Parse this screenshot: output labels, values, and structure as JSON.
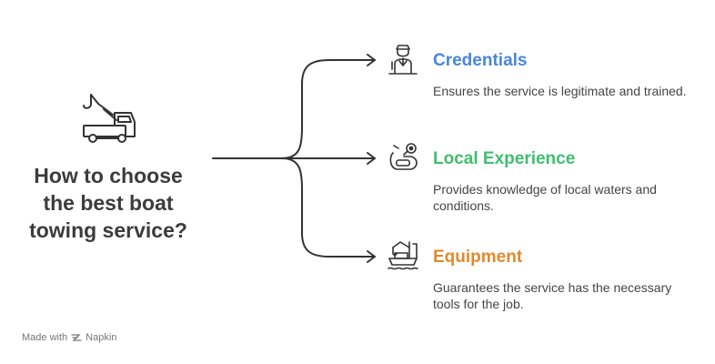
{
  "diagram": {
    "question": "How to choose the best boat towing service?",
    "branches": [
      {
        "title": "Credentials",
        "description": "Ensures the service is legitimate and trained.",
        "color": "#4a86d9",
        "icon": "captain-icon"
      },
      {
        "title": "Local Experience",
        "description": "Provides knowledge of local waters and conditions.",
        "color": "#3fbf6e",
        "icon": "map-location-icon"
      },
      {
        "title": "Equipment",
        "description": "Guarantees the service has the necessary tools for the job.",
        "color": "#e08a2e",
        "icon": "tow-boat-icon"
      }
    ],
    "main_icon": "tow-truck-icon",
    "line_color": "#333333"
  },
  "footer": {
    "made_with": "Made with",
    "brand": "Napkin"
  }
}
